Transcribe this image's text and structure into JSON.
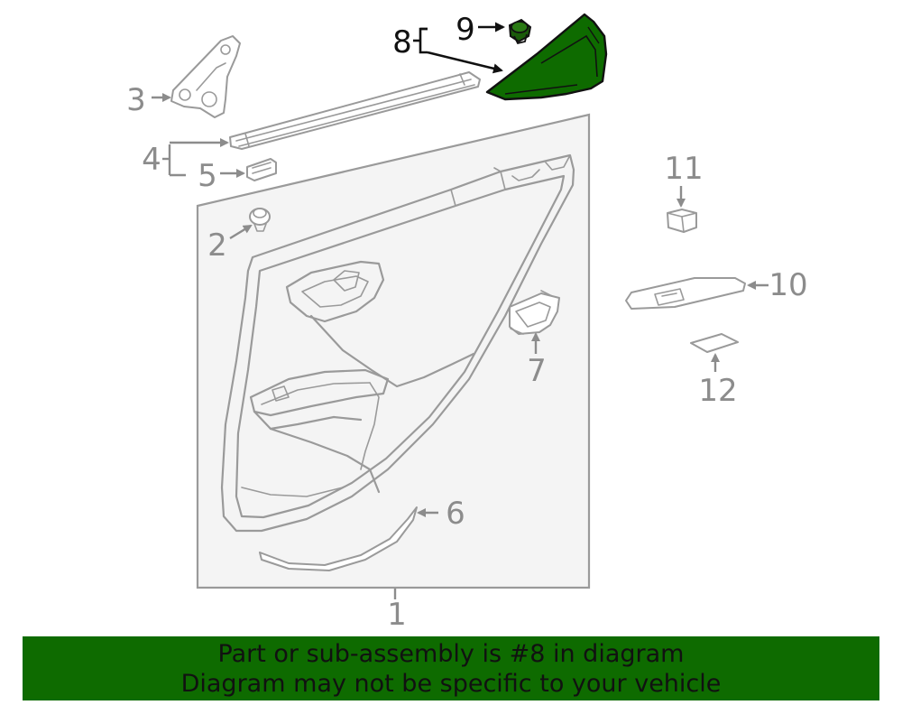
{
  "callouts": {
    "c1": "1",
    "c2": "2",
    "c3": "3",
    "c4": "4",
    "c5": "5",
    "c6": "6",
    "c7": "7",
    "c8": "8",
    "c9": "9",
    "c10": "10",
    "c11": "11",
    "c12": "12"
  },
  "highlight": {
    "part": "8",
    "color": "#0e6b00"
  },
  "banner": {
    "line1": "Part or sub-assembly is #8 in diagram",
    "line2": "Diagram may not be specific to your vehicle",
    "background": "#0e6b00"
  }
}
